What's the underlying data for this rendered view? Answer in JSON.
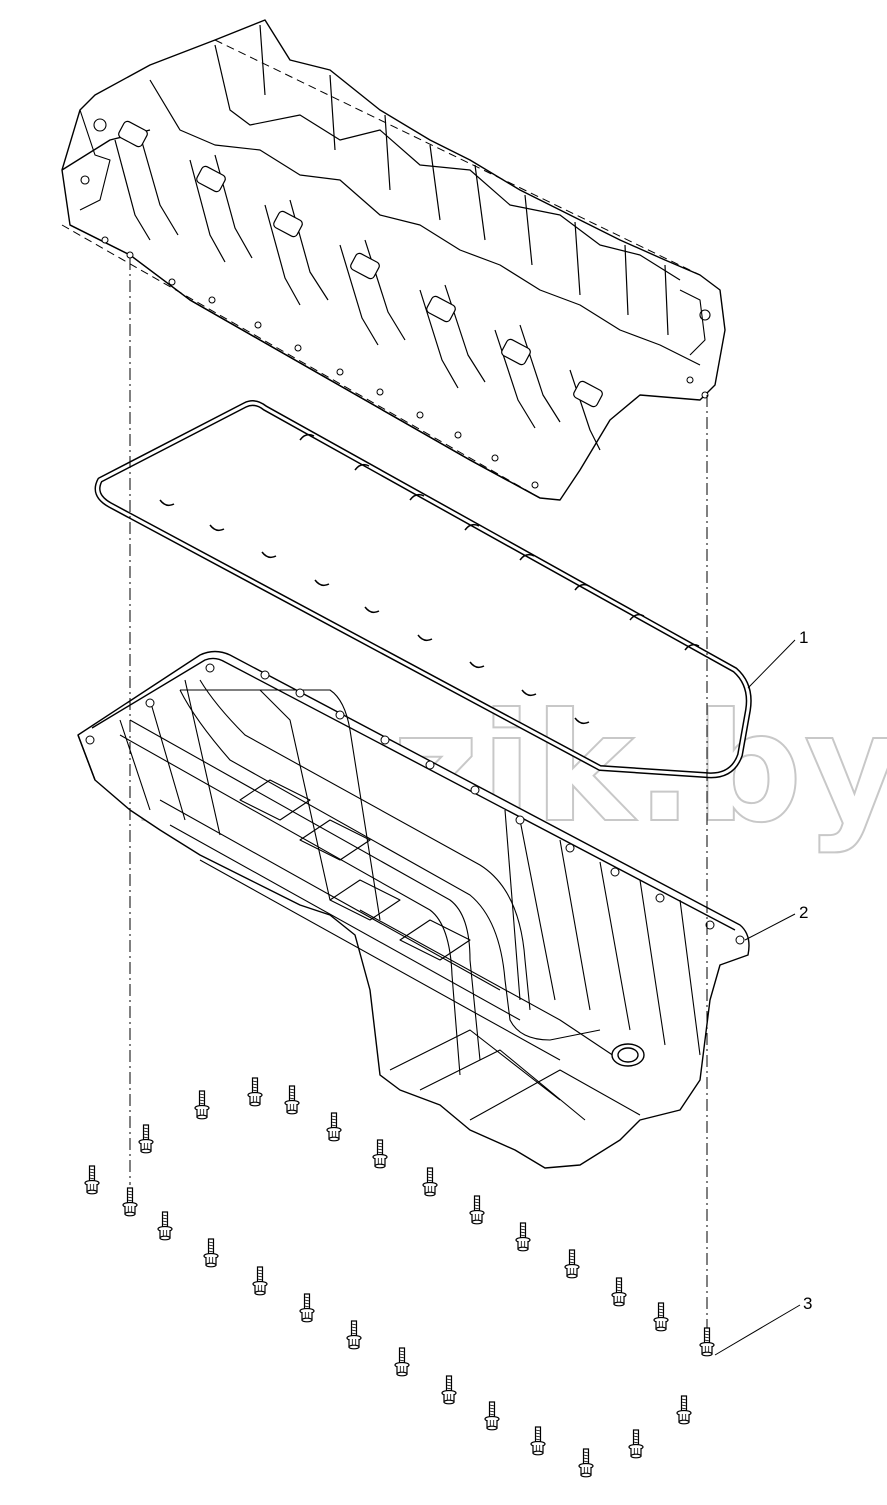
{
  "watermark": "mazik.by",
  "callouts": [
    {
      "id": "callout-1",
      "label": "1"
    },
    {
      "id": "callout-2",
      "label": "2"
    },
    {
      "id": "callout-3",
      "label": "3"
    }
  ],
  "parts": [
    {
      "name": "engine-block",
      "kind": "cylinder block (bottom view)"
    },
    {
      "name": "oil-pan-gasket",
      "callout": "1"
    },
    {
      "name": "oil-pan",
      "callout": "2"
    },
    {
      "name": "oil-pan-bolts",
      "callout": "3"
    }
  ]
}
